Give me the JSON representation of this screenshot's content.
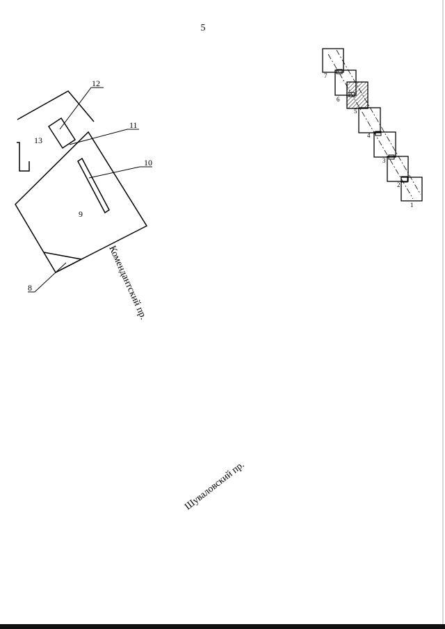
{
  "page_number": "5",
  "plan_labels": {
    "l8": "8",
    "l9": "9",
    "l10": "10",
    "l11": "11",
    "l12": "12",
    "l13": "13"
  },
  "streets": {
    "komendantsky": "Комендантский пр.",
    "shuvalovsky": "Шуваловский пр."
  },
  "chain_labels": {
    "c1": "1",
    "c2": "2",
    "c3": "3",
    "c4": "4",
    "c5": "5",
    "c6": "6",
    "c7": "7"
  }
}
